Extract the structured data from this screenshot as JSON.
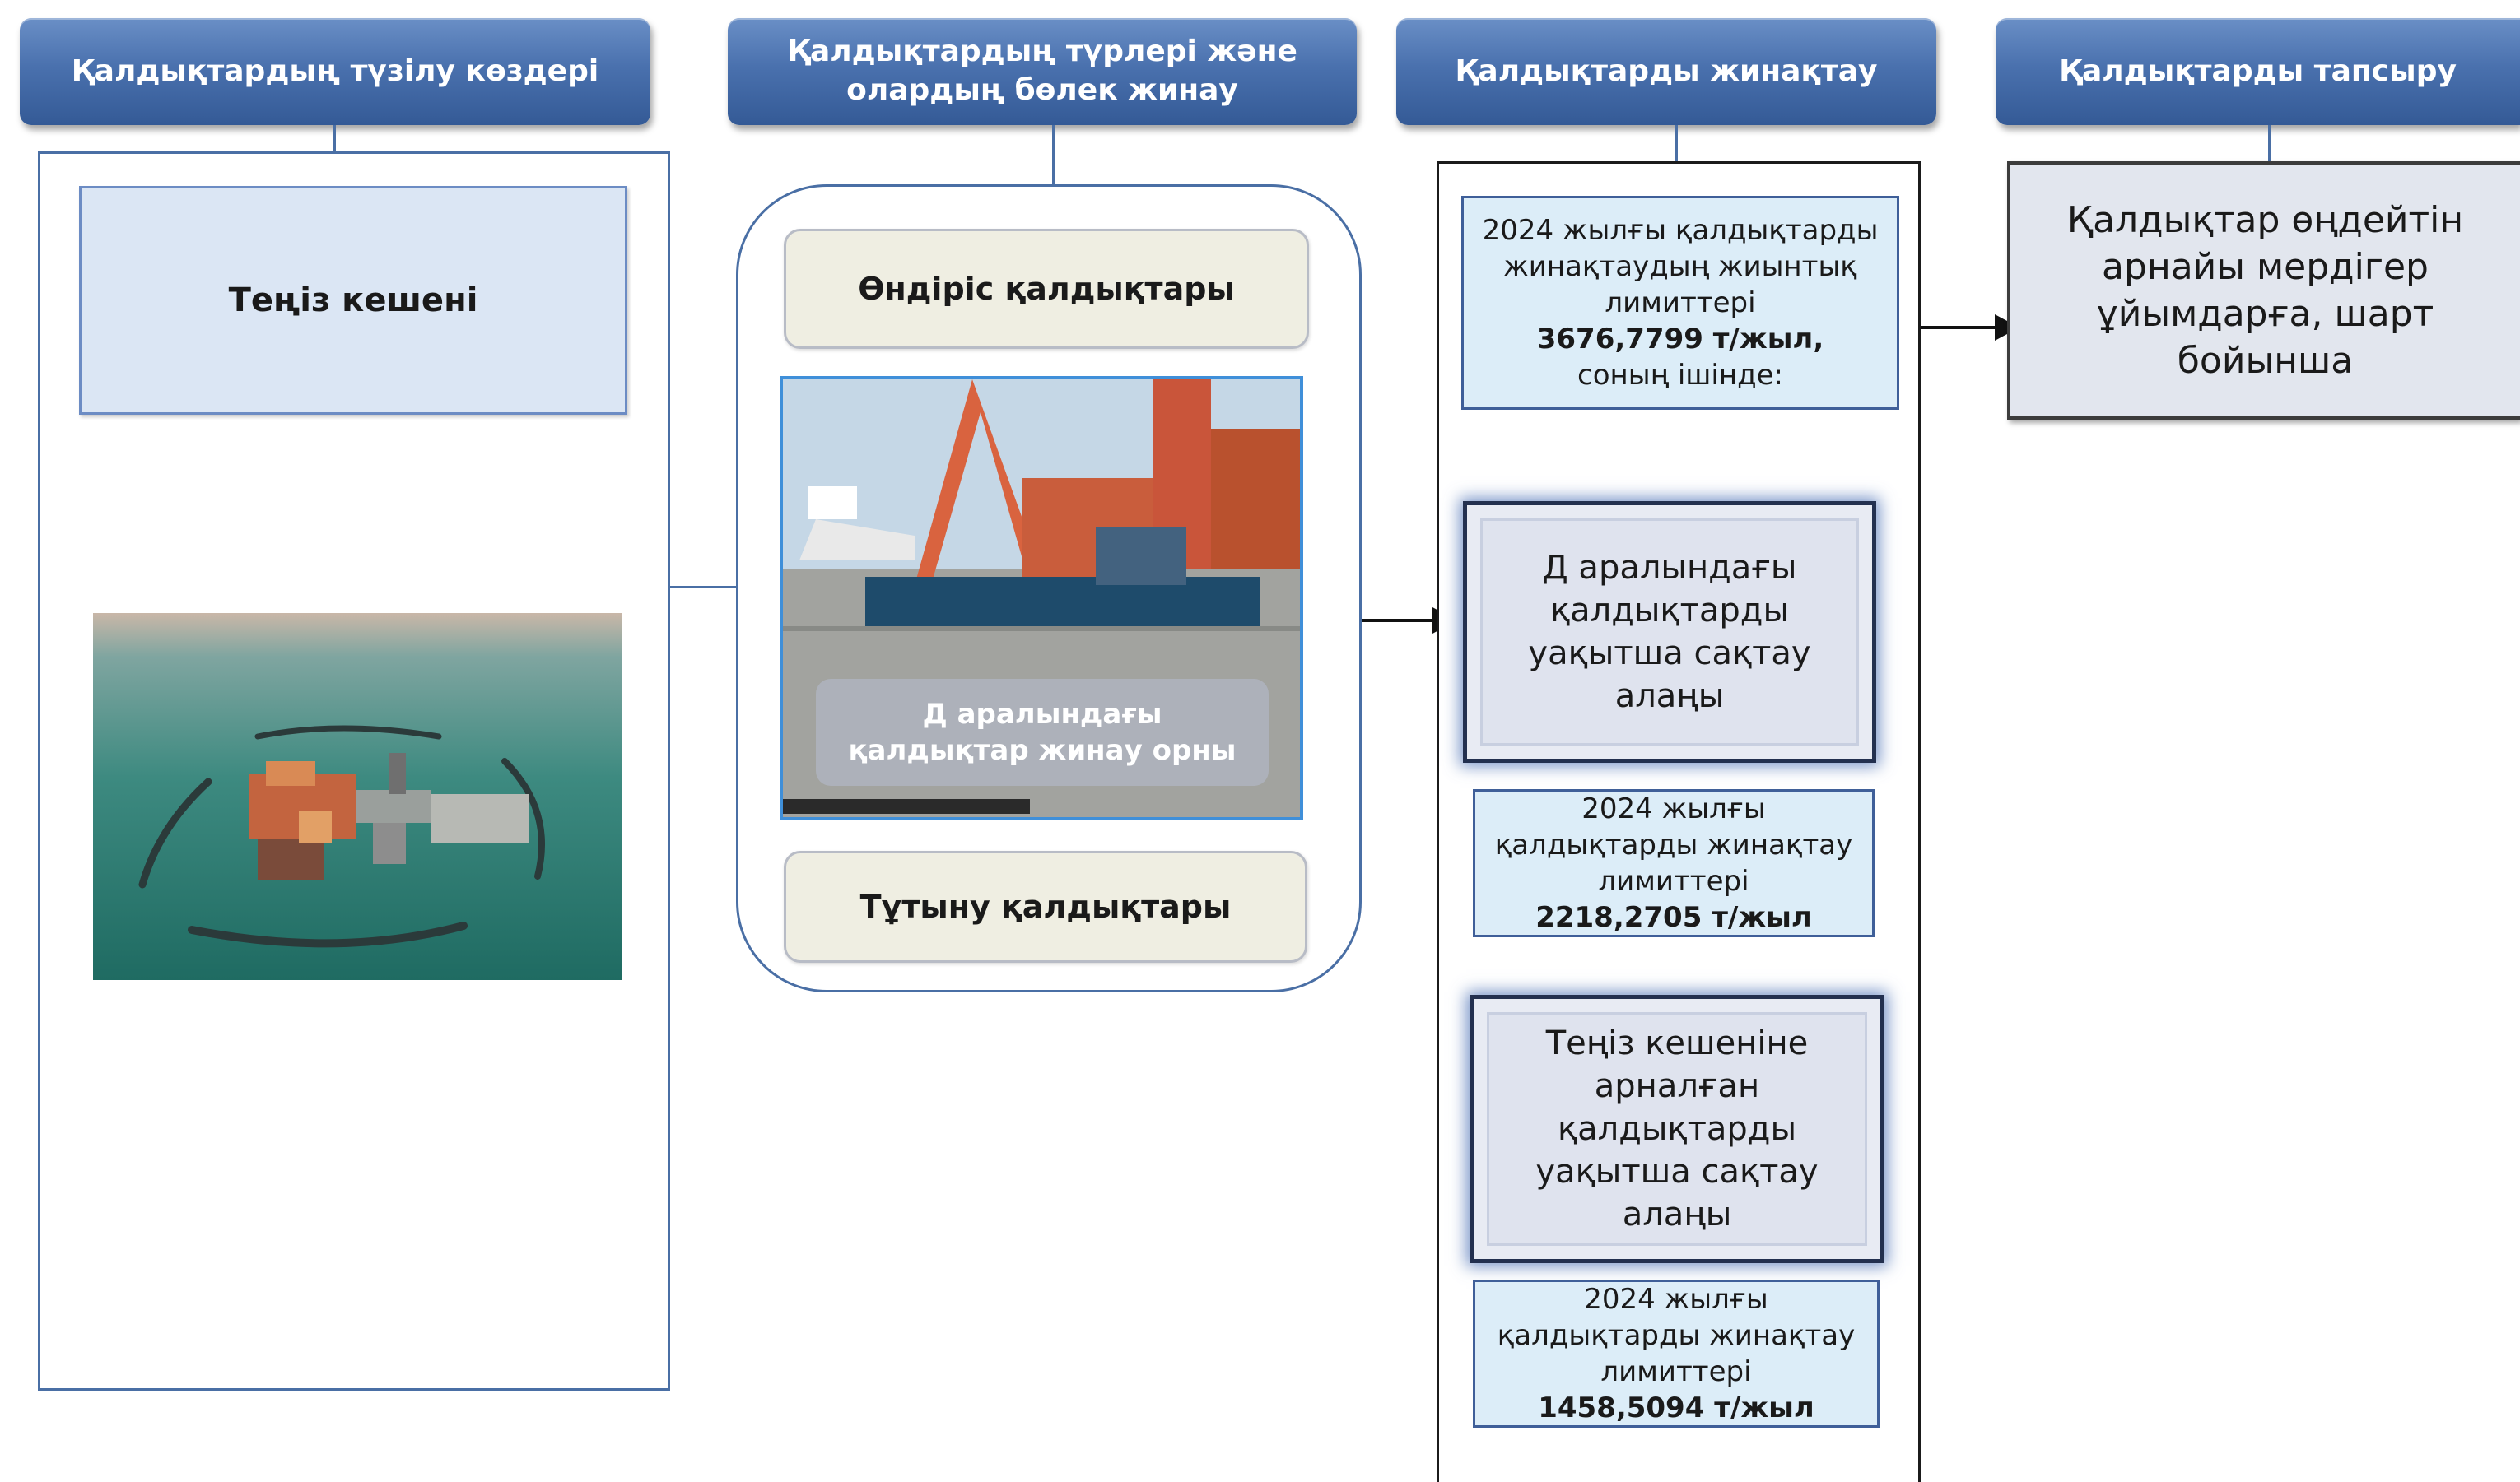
{
  "headers": [
    "Қалдықтардың түзілу көздері",
    "Қалдықтардың түрлері және олардың бөлек жинау",
    "Қалдықтарды жинақтау",
    "Қалдықтарды тапсыру"
  ],
  "sources": {
    "title": "Теңіз кешені",
    "image_alt": "aerial-artificial-island-photo"
  },
  "types": {
    "industrial": "Өндіріс қалдықтары",
    "photo_caption": "Д аралындағы қалдықтар жинау орны",
    "consumption": "Тұтыну қалдықтары"
  },
  "accumulation": {
    "summary_line1": "2024 жылғы қалдықтарды",
    "summary_line2": "жинақтаудың жиынтық",
    "summary_line3": "лимиттері",
    "summary_value": "3676,7799 т/жыл,",
    "summary_line5": "соның ішінде:",
    "site1": "Д аралындағы қалдықтарды уақытша сақтау алаңы",
    "limit1_line1": "2024 жылғы",
    "limit1_line2": "қалдықтарды жинақтау",
    "limit1_line3": "лимиттері",
    "limit1_value": "2218,2705 т/жыл",
    "site2": "Теңіз кешеніне арналған қалдықтарды уақытша сақтау алаңы",
    "limit2_line1": "2024 жылғы",
    "limit2_line2": "қалдықтарды жинақтау",
    "limit2_line3": "лимиттері",
    "limit2_value": "1458,5094 т/жыл"
  },
  "transfer": {
    "text": "Қалдықтар өңдейтін арнайы мердігер ұйымдарға, шарт бойынша"
  },
  "colors": {
    "header": "#4a71ae",
    "panel_border": "#4a6fa5",
    "light_box": "#dbe6f4",
    "cyan_box": "#dcedf8"
  }
}
